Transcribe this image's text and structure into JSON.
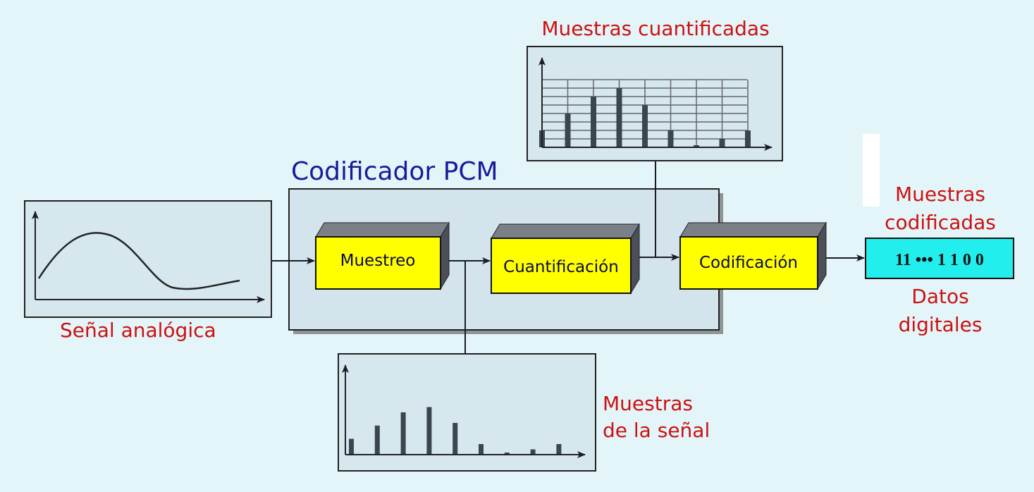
{
  "title": "Codificador PCM",
  "blocks": {
    "sampling": "Muestreo",
    "quantization": "Cuantificación",
    "encoding": "Codificación"
  },
  "labels": {
    "analog_signal": "Señal analógica",
    "quantized_samples": "Muestras cuantificadas",
    "signal_samples_line1": "Muestras",
    "signal_samples_line2": "de la señal",
    "encoded_samples_line1": "Muestras",
    "encoded_samples_line2": "codificadas",
    "digital_data_line1": "Datos",
    "digital_data_line2": "digitales"
  },
  "digital_output": "11 ••• 1 1 0 0",
  "sample_levels": [
    0.3,
    0.55,
    0.8,
    0.9,
    0.6,
    0.2,
    0.03,
    0.1,
    0.2
  ],
  "colors": {
    "label": "#cc1111",
    "title": "#1a1a9a",
    "block": "#ffff00",
    "output": "#22eeee"
  }
}
